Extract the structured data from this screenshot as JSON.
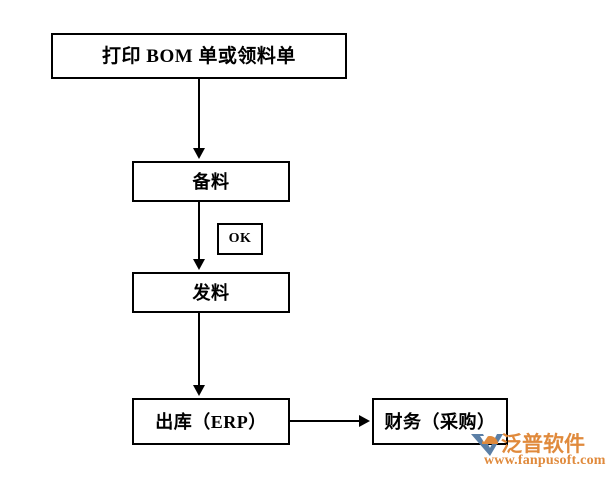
{
  "diagram": {
    "title": "Material issue flow chart",
    "background": "#ffffff",
    "line_color": "#000000",
    "nodes": [
      {
        "id": "print",
        "label": "打印 BOM 单或领料单"
      },
      {
        "id": "prepare",
        "label": "备料"
      },
      {
        "id": "ok",
        "label": "OK"
      },
      {
        "id": "issue",
        "label": "发料"
      },
      {
        "id": "outbound",
        "label": "出库（ERP）"
      },
      {
        "id": "finance",
        "label": "财务（采购）"
      }
    ],
    "edges": [
      {
        "from": "print",
        "to": "prepare",
        "direction": "down",
        "label": ""
      },
      {
        "from": "prepare",
        "to": "issue",
        "direction": "down",
        "label": "OK"
      },
      {
        "from": "issue",
        "to": "outbound",
        "direction": "down",
        "label": ""
      },
      {
        "from": "outbound",
        "to": "finance",
        "direction": "right",
        "label": ""
      }
    ]
  },
  "watermark": {
    "brand": "泛普软件",
    "url": "www.fanpusoft.com",
    "brand_color": "#e08a3c",
    "mark_blue": "#5b7fa6",
    "mark_orange": "#e08a3c"
  }
}
